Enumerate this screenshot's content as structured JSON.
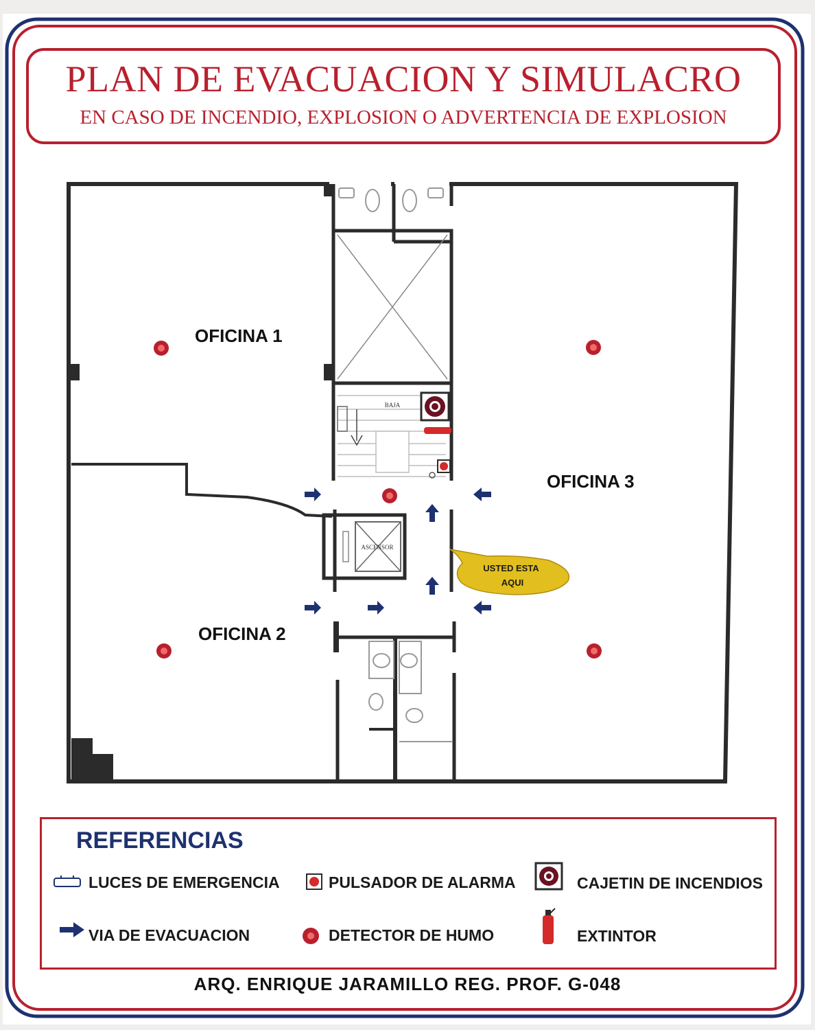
{
  "title": "PLAN DE EVACUACION Y SIMULACRO",
  "subtitle": "EN CASO DE INCENDIO, EXPLOSION O ADVERTENCIA DE EXPLOSION",
  "rooms": {
    "office_1": "OFICINA 1",
    "office_2": "OFICINA 2",
    "office_3": "OFICINA 3"
  },
  "stair_label": "BAJA",
  "elevator_label": "ASCENSOR",
  "you_are_here": {
    "line1": "USTED ESTA",
    "line2": "AQUI"
  },
  "legend": {
    "title": "REFERENCIAS",
    "items": [
      {
        "label": "LUCES DE EMERGENCIA",
        "icon": "emergency-light-icon"
      },
      {
        "label": "PULSADOR DE ALARMA",
        "icon": "alarm-button-icon"
      },
      {
        "label": "CAJETIN DE INCENDIOS",
        "icon": "fire-hose-cabinet-icon"
      },
      {
        "label": "VIA DE EVACUACION",
        "icon": "evacuation-arrow-icon"
      },
      {
        "label": "DETECTOR DE HUMO",
        "icon": "smoke-detector-icon"
      },
      {
        "label": "EXTINTOR",
        "icon": "fire-extinguisher-icon"
      }
    ]
  },
  "footer": "ARQ. ENRIQUE JARAMILLO REG. PROF. G-048",
  "colors": {
    "accent_red": "#b8202e",
    "navy": "#1e3170",
    "wall": "#2b2b2b",
    "callout_yellow": "#e2bf1e"
  }
}
